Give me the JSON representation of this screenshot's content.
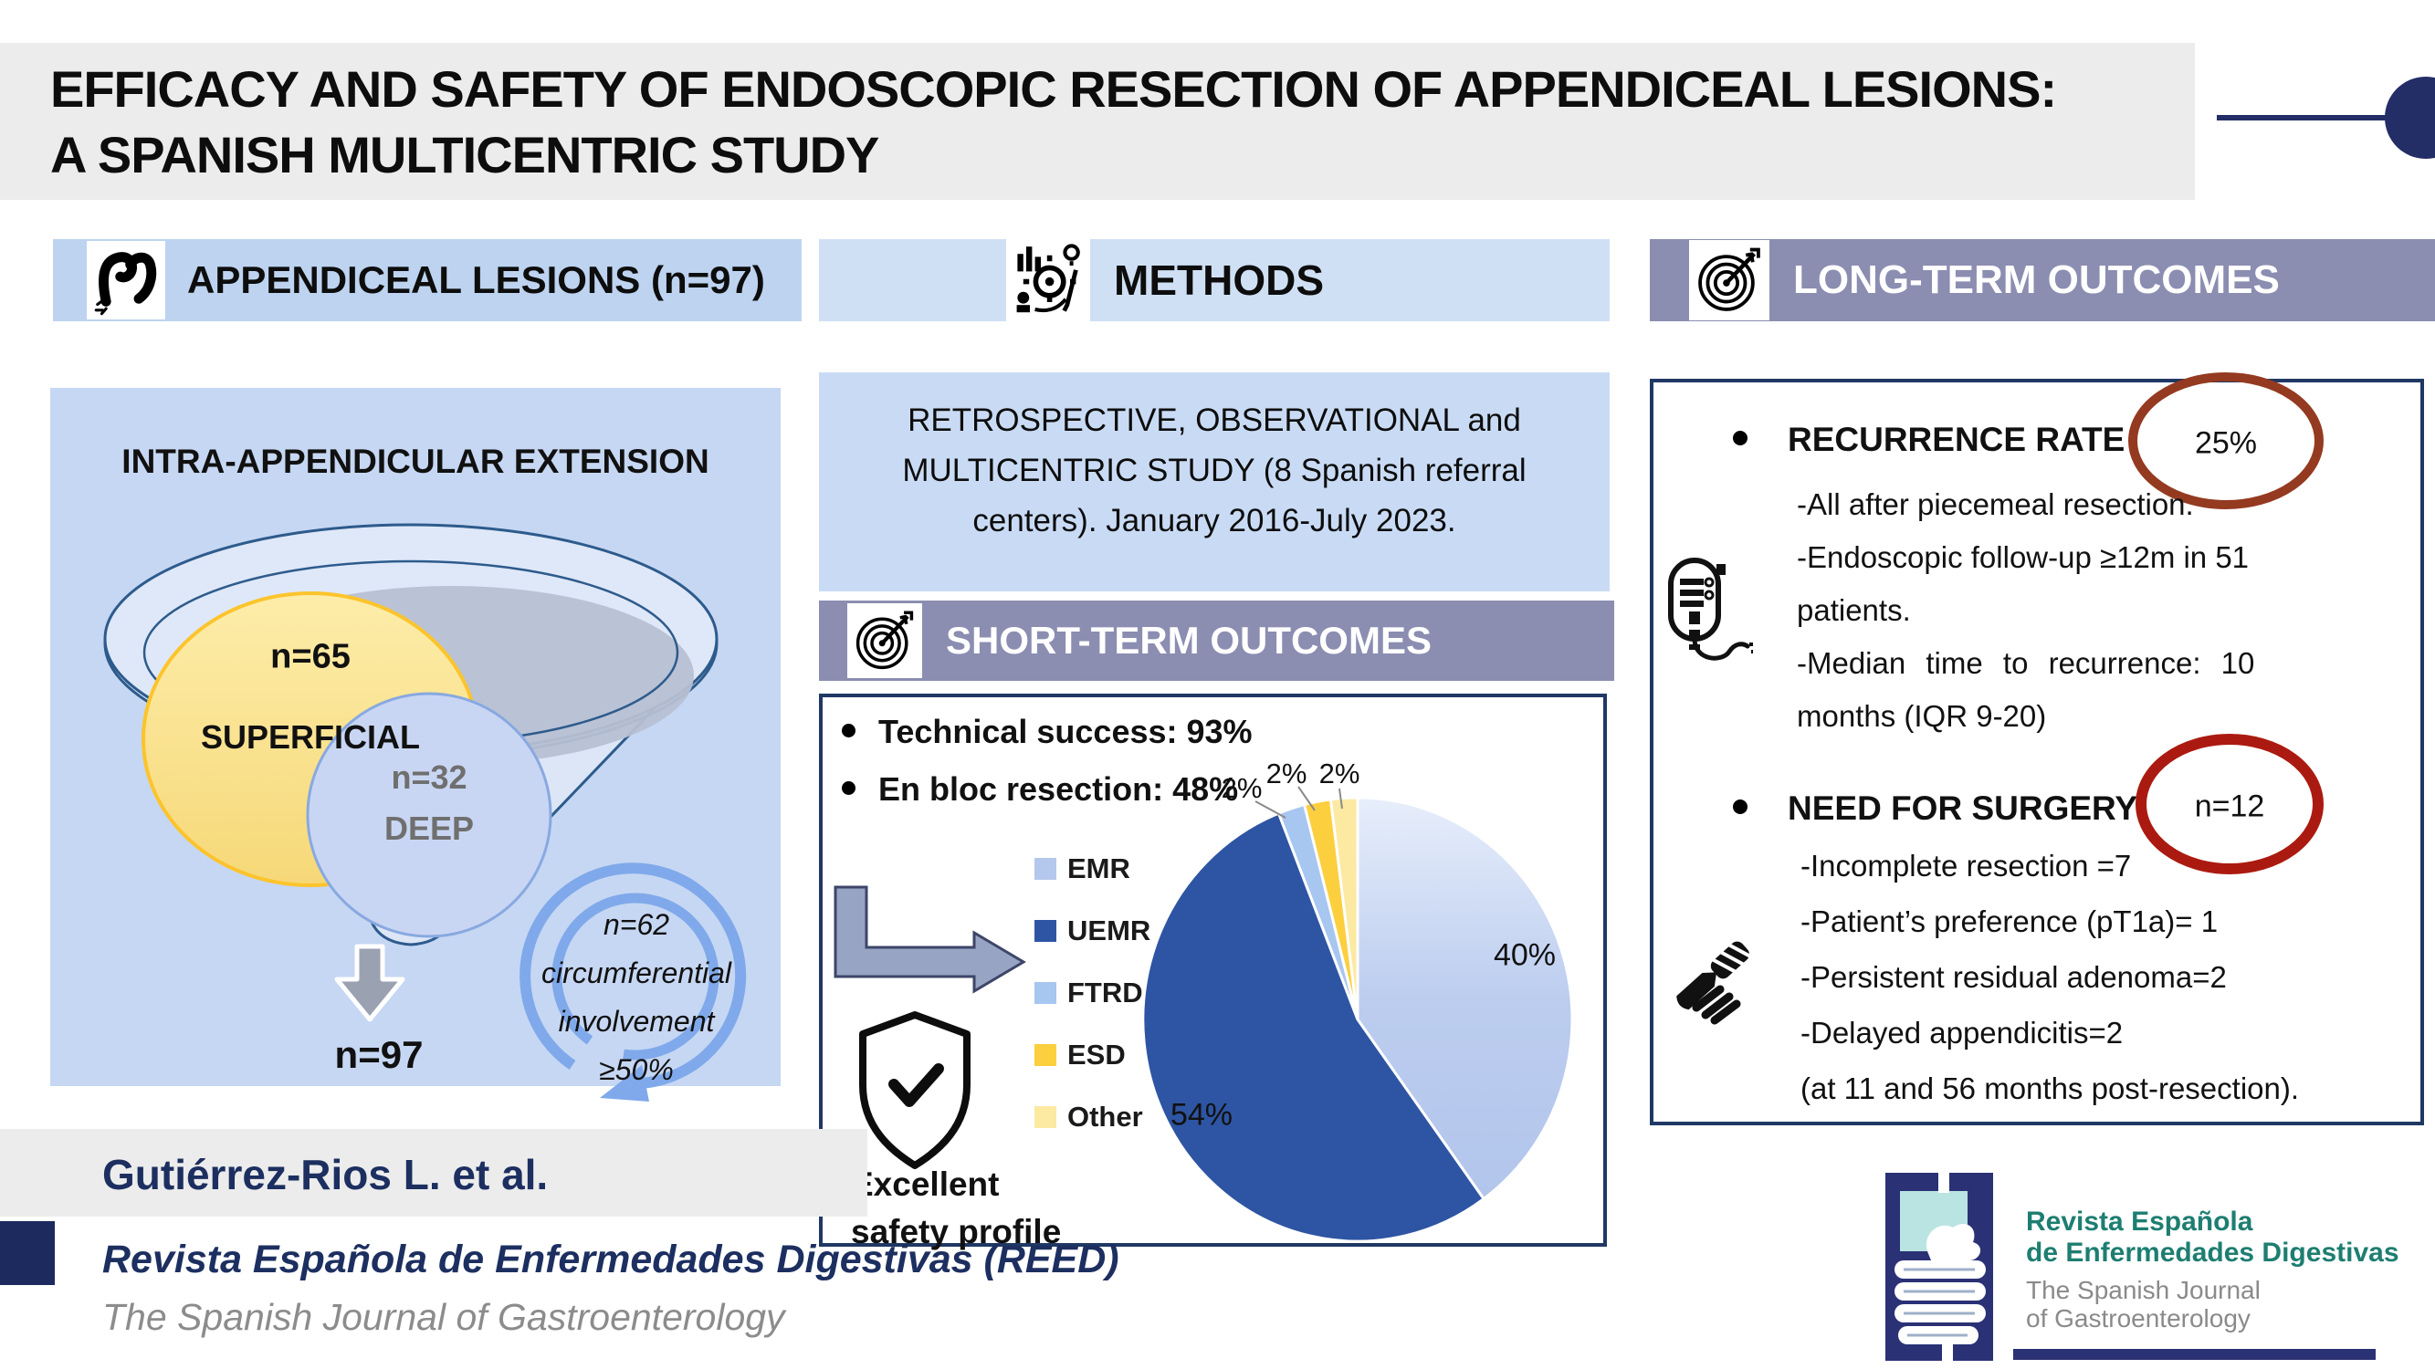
{
  "title": {
    "line1": "EFFICACY AND SAFETY OF ENDOSCOPIC RESECTION OF APPENDICEAL LESIONS:",
    "line2": "A SPANISH MULTICENTRIC STUDY"
  },
  "left": {
    "header": "APPENDICEAL LESIONS (n=97)",
    "panel_title": "INTRA-APPENDICULAR EXTENSION",
    "superficial": {
      "n": "n=65",
      "label": "SUPERFICIAL"
    },
    "deep": {
      "n": "n=32",
      "label": "DEEP"
    },
    "circumferential_lines": [
      "n=62",
      "circumferential",
      "involvement",
      "≥50%"
    ],
    "total": "n=97"
  },
  "methods": {
    "header": "METHODS",
    "lines": [
      "RETROSPECTIVE, OBSERVATIONAL and",
      "MULTICENTRIC STUDY (8 Spanish referral",
      "centers). January 2016-July 2023."
    ]
  },
  "short_term": {
    "header": "SHORT-TERM OUTCOMES",
    "bullets": [
      "Technical success: 93%",
      "En bloc resection: 48%"
    ],
    "safety_lines": [
      "Excellent",
      "safety profile"
    ]
  },
  "long_term": {
    "header": "LONG-TERM OUTCOMES",
    "recurrence_label": "RECURRENCE RATE",
    "recurrence_value": "25%",
    "recurrence_details": [
      "-All after piecemeal resection.",
      "-Endoscopic follow-up ≥12m in 51",
      "patients.",
      "-Median time to recurrence: 10",
      "months (IQR 9-20)"
    ],
    "surgery_label": "NEED FOR SURGERY",
    "surgery_value": "n=12",
    "surgery_details": [
      "-Incomplete resection =7",
      "-Patient’s preference (pT1a)= 1",
      "-Persistent residual adenoma=2",
      "-Delayed appendicitis=2",
      "(at 11 and 56 months post-resection)."
    ]
  },
  "chart_data": {
    "type": "pie",
    "categories": [
      "EMR",
      "UEMR",
      "FTRD",
      "ESD",
      "Other"
    ],
    "values": [
      40,
      54,
      2,
      2,
      2
    ],
    "unit": "%",
    "colors": [
      "#b4c7ec",
      "#2e55a3",
      "#a7c6f0",
      "#fccf3e",
      "#fce9a2"
    ],
    "legend_position": "left",
    "direction": "clockwise",
    "start_angle_deg": 0,
    "annotations": [
      "Technical success: 93%",
      "En bloc resection: 48%"
    ]
  },
  "footer": {
    "authors": "Gutiérrez-Rios L. et al.",
    "journal_bold": "Revista Española de Enfermedades Digestivas (REED)",
    "journal_sub": "The Spanish Journal of Gastroenterology"
  },
  "logo": {
    "line1": "Revista Española",
    "line2": "de Enfermedades Digestivas",
    "line3": "The Spanish Journal",
    "line4": "of Gastroenterology"
  },
  "colors": {
    "title_bg": "#ececec",
    "navy_border": "#1f3864",
    "accent_navy": "#232d66",
    "left_panel_blue": "#c6d7f3",
    "header_blue": "#bdd3f0",
    "methods_blue": "#cfe0f4",
    "band_purple": "#8b8db1",
    "recurrence_circle_red": "#943a20",
    "surgery_circle_red": "#ab1a10",
    "funnel_yellow": "#f8dd80",
    "funnel_yellow_border": "#fcc42c",
    "logo_teal": "#1d7e71"
  },
  "icons": {
    "colon": "colon-icon",
    "methods": "methods-icon",
    "target": "target-icon",
    "shield_check": "shield-check-icon",
    "endoscope": "endoscope-icon",
    "scalpel": "scalpel-icon",
    "down_arrow": "down-arrow-icon",
    "curved_arrow": "curved-arrow-icon",
    "bent_arrow": "bent-arrow-icon"
  }
}
